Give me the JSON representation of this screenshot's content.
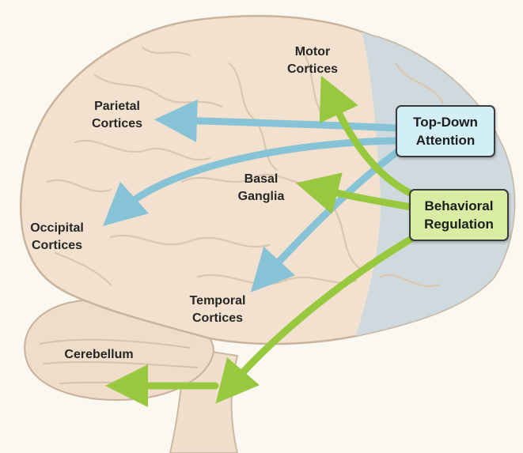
{
  "regions": {
    "motor": "Motor\nCortices",
    "parietal": "Parietal\nCortices",
    "basal": "Basal\nGanglia",
    "occipital": "Occipital\nCortices",
    "temporal": "Temporal\nCortices",
    "cerebellum": "Cerebellum"
  },
  "sources": {
    "top_down": "Top-Down\nAttention",
    "behavioral": "Behavioral\nRegulation"
  },
  "colors": {
    "attention_arrow": "#86c3d6",
    "regulation_arrow": "#98c83e",
    "attention_box": "#d2eef6",
    "regulation_box": "#d9eca3",
    "brain": "#f2e1cf",
    "frontal_overlay": "#c9d8e2"
  }
}
